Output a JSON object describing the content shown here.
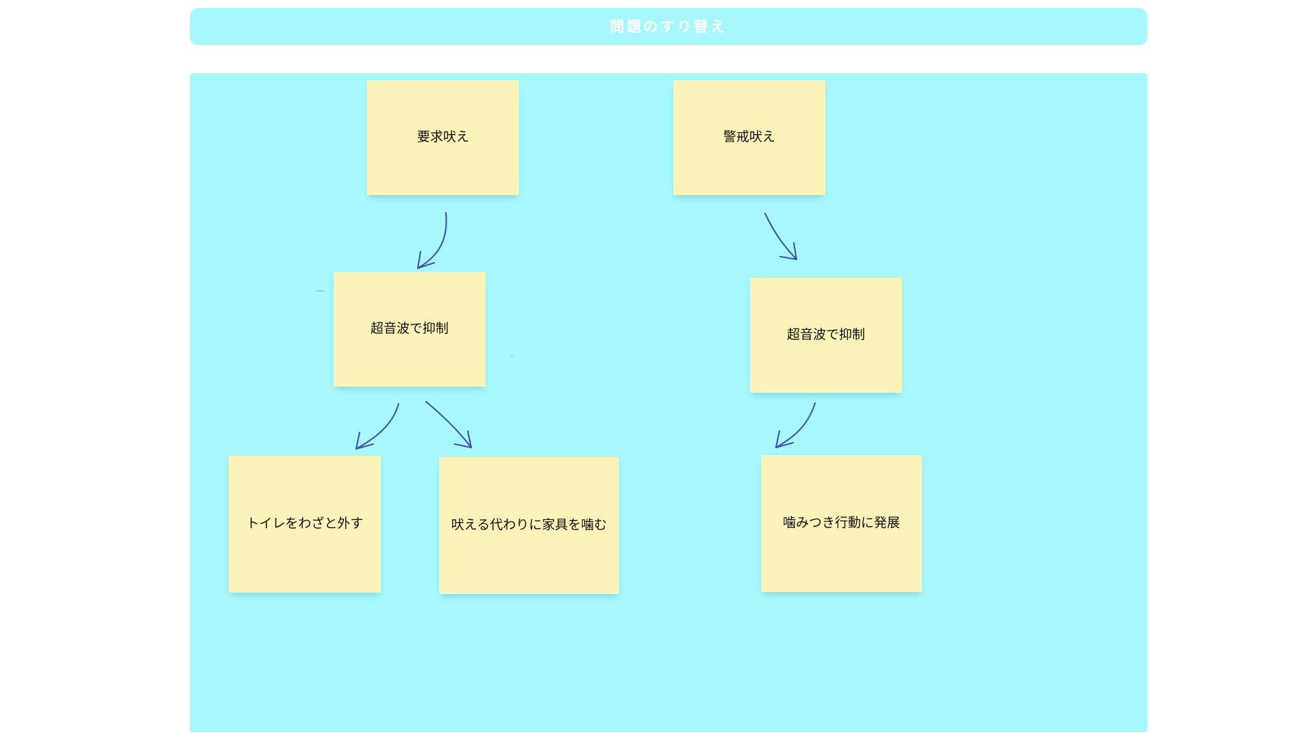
{
  "header": {
    "title": "問題のすり替え"
  },
  "colors": {
    "page_background": "#ffffff",
    "panel": "#a6f8fd",
    "note": "#fbf3b9",
    "note_text": "#101010",
    "header_text": "#ffffff",
    "arrow": "#3f51b5"
  },
  "diagram": {
    "type": "flowchart",
    "notes": [
      {
        "id": "n1",
        "label": "要求吠え",
        "row": 1,
        "column": 1
      },
      {
        "id": "n2",
        "label": "警戒吠え",
        "row": 1,
        "column": 2
      },
      {
        "id": "n3",
        "label": "超音波で抑制",
        "row": 2,
        "column": 1
      },
      {
        "id": "n4",
        "label": "超音波で抑制",
        "row": 2,
        "column": 2
      },
      {
        "id": "n5",
        "label": "トイレをわざと外す",
        "row": 3,
        "column": 1
      },
      {
        "id": "n6",
        "label": "吠える代わりに家具を噛む",
        "row": 3,
        "column": 2
      },
      {
        "id": "n7",
        "label": "噛みつき行動に発展",
        "row": 3,
        "column": 3
      }
    ],
    "connections": [
      {
        "from": "n1",
        "to": "n3"
      },
      {
        "from": "n2",
        "to": "n4"
      },
      {
        "from": "n3",
        "to": "n5"
      },
      {
        "from": "n3",
        "to": "n6"
      },
      {
        "from": "n4",
        "to": "n7"
      }
    ]
  }
}
